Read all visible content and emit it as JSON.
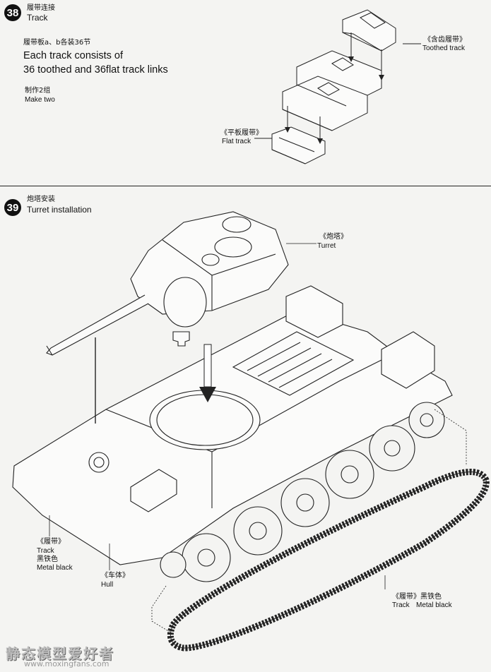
{
  "step38": {
    "number": "38",
    "title_zh": "履带连接",
    "title_en": "Track",
    "count_zh": "履带板a、b各装36节",
    "desc_line1": "Each track consists of",
    "desc_line2": "36 toothed and 36flat track links",
    "make_zh": "制作2组",
    "make_en": "Make two",
    "toothed_zh": "《含齿履带》",
    "toothed_en": "Toothed track",
    "flat_zh": "《平板履带》",
    "flat_en": "Flat track"
  },
  "step39": {
    "number": "39",
    "title_zh": "炮塔安装",
    "title_en": "Turret installation",
    "turret_zh": "《炮塔》",
    "turret_en": "Turret",
    "track_left_zh": "《履带》",
    "track_left_en": "Track",
    "track_left_color_zh": "黑铁色",
    "track_left_color_en": "Metal black",
    "hull_zh": "《车体》",
    "hull_en": "Hull",
    "track_right_zh": "《履带》黑铁色",
    "track_right_en": "Track",
    "track_right_color_en": "Metal black"
  },
  "watermark": {
    "site_cn": "静态模型爱好者",
    "url": "www.moxingfans.com"
  }
}
